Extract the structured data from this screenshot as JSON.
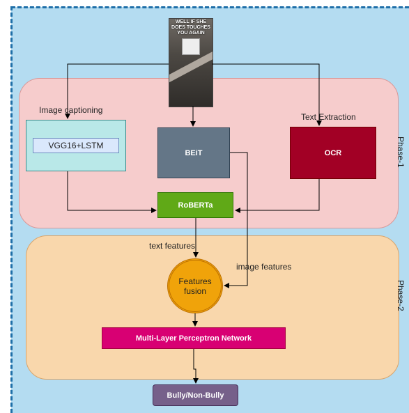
{
  "phases": {
    "phase1_label": "Phase-1",
    "phase2_label": "Phase-2"
  },
  "meme": {
    "caption": "WELL IF SHE DOES TOUCHES YOU AGAIN"
  },
  "labels": {
    "image_captioning": "Image captioning",
    "text_extraction": "Text Extraction",
    "text_features": "text features",
    "image_features": "image features"
  },
  "boxes": {
    "vgg": "VGG16+LSTM",
    "beit": "BEiT",
    "ocr": "OCR",
    "roberta": "RoBERTa",
    "fusion": "Features fusion",
    "mlp": "Multi-Layer Perceptron Network",
    "output": "Bully/Non-Bully"
  },
  "colors": {
    "phase1": "#f6cccc",
    "phase2": "#f9d7ac",
    "vgg_outer": "#b9e8e8",
    "beit": "#647687",
    "ocr": "#a20025",
    "roberta": "#60a917",
    "fusion": "#f0a30a",
    "mlp": "#d80073",
    "output": "#76608a"
  }
}
